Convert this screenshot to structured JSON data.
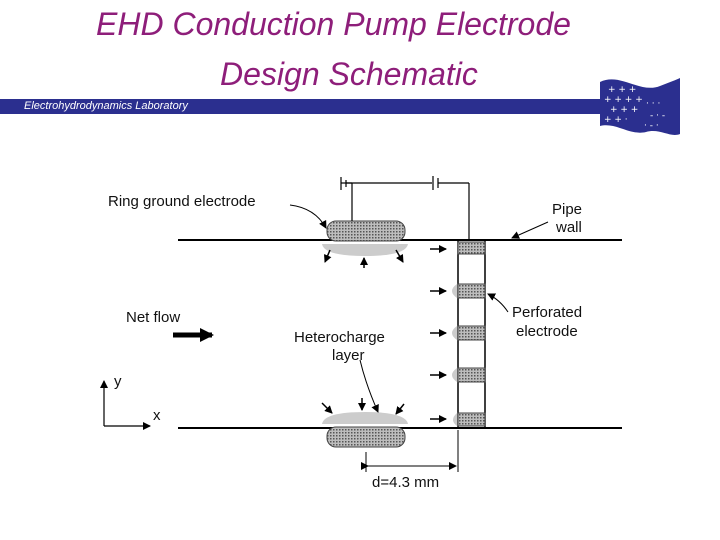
{
  "slide": {
    "title_line1": "EHD Conduction Pump Electrode",
    "title_line2": "Design Schematic",
    "lab_name": "Electrohydrodynamics Laboratory"
  },
  "diagram": {
    "labels": {
      "ring_ground_electrode": "Ring ground electrode",
      "pipe": "Pipe",
      "wall": "wall",
      "net_flow": "Net flow",
      "heterocharge": "Heterocharge",
      "layer": "layer",
      "perforated": "Perforated",
      "electrode": "electrode",
      "axis_y": "y",
      "axis_x": "x",
      "distance": "d=4.3 mm"
    }
  },
  "colors": {
    "title": "#8e1e7a",
    "lab_bar": "#2b2f8f",
    "logo": "#2b2f8f"
  }
}
